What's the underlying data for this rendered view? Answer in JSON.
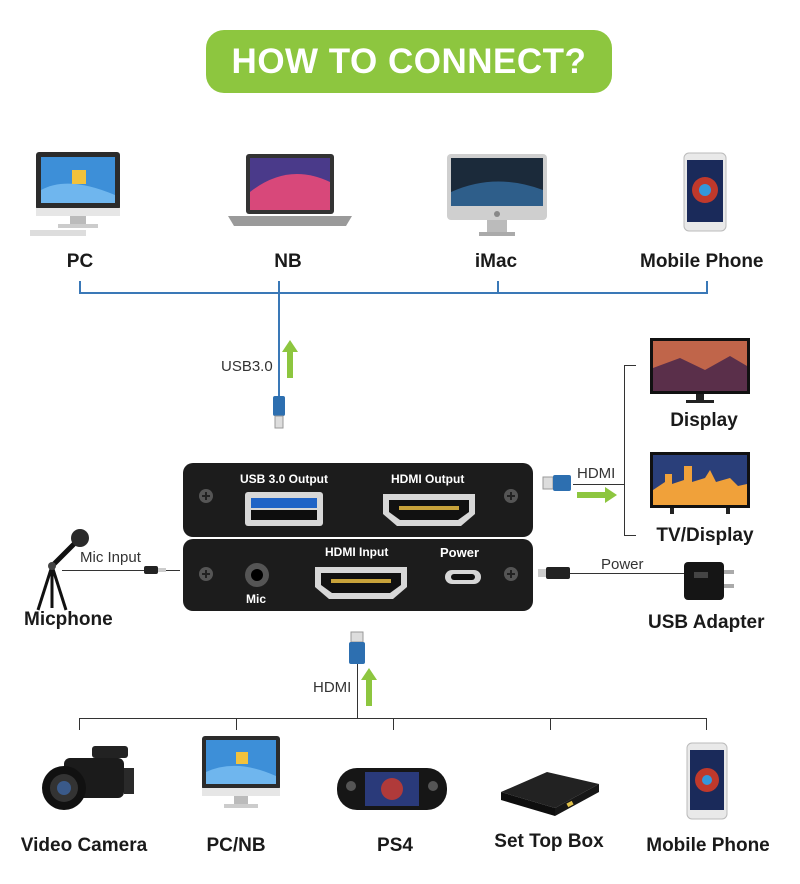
{
  "title": "HOW TO CONNECT?",
  "top_devices": [
    {
      "label": "PC",
      "icon": "desktop-monitor-icon"
    },
    {
      "label": "NB",
      "icon": "laptop-icon"
    },
    {
      "label": "iMac",
      "icon": "imac-icon"
    },
    {
      "label": "Mobile Phone",
      "icon": "mobile-phone-icon"
    }
  ],
  "usb_label": "USB3.0",
  "device": {
    "usb_output_label": "USB 3.0 Output",
    "hdmi_output_label": "HDMI Output",
    "hdmi_input_label": "HDMI Input",
    "power_label": "Power",
    "mic_label": "Mic"
  },
  "mic_input_label": "Mic Input",
  "microphone_label": "Micphone",
  "hdmi_out_label": "HDMI",
  "outputs": [
    {
      "label": "Display",
      "icon": "display-monitor-icon"
    },
    {
      "label": "TV/Display",
      "icon": "tv-icon"
    }
  ],
  "power_cable_label": "Power",
  "usb_adapter_label": "USB Adapter",
  "hdmi_in_label": "HDMI",
  "bottom_sources": [
    {
      "label": "Video Camera",
      "icon": "video-camera-icon"
    },
    {
      "label": "PC/NB",
      "icon": "desktop-monitor-icon"
    },
    {
      "label": "PS4",
      "icon": "handheld-console-icon"
    },
    {
      "label": "Set Top Box",
      "icon": "set-top-box-icon"
    },
    {
      "label": "Mobile Phone",
      "icon": "mobile-phone-icon"
    }
  ],
  "colors": {
    "accent_green": "#8dc63f",
    "line_blue": "#3a78b7",
    "device_black": "#1c1c1c"
  }
}
